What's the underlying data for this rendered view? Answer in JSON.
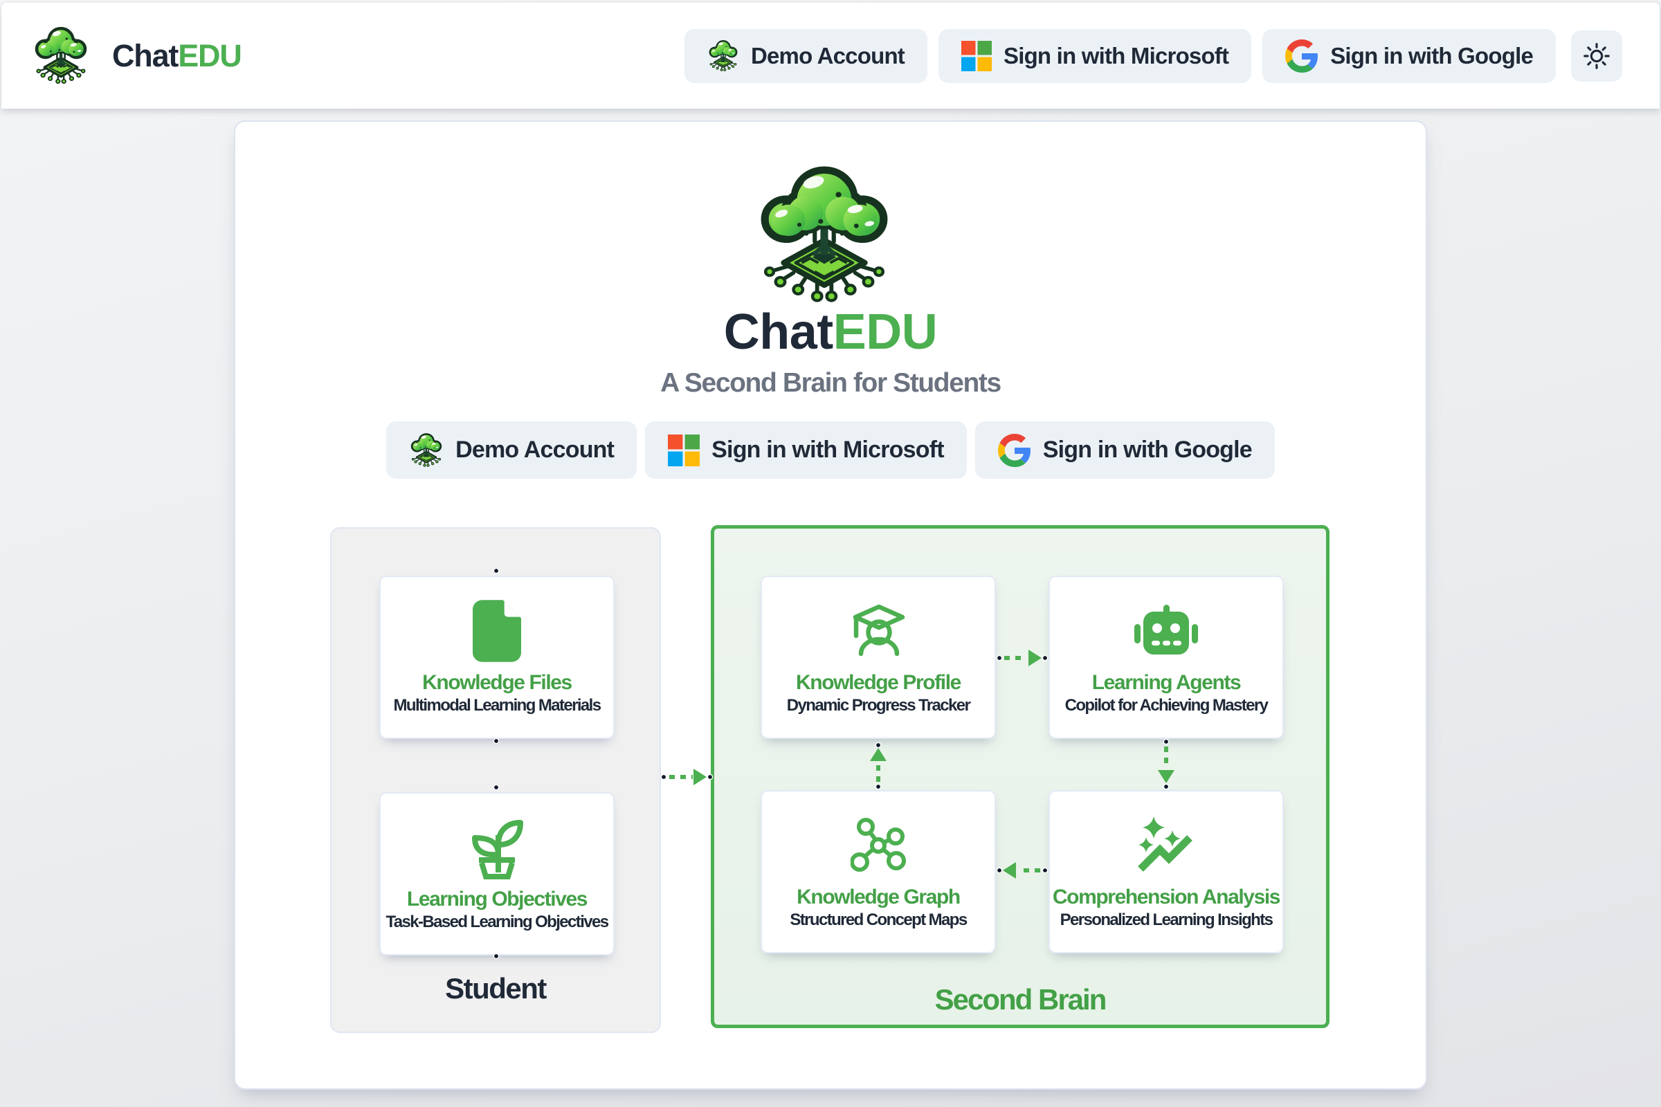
{
  "brand": {
    "name": "ChatEDU",
    "name_part1": "Chat",
    "name_part2": "EDU"
  },
  "auth_buttons": {
    "demo": "Demo Account",
    "microsoft": "Sign in with Microsoft",
    "google": "Sign in with Google"
  },
  "icons": {
    "brand": "tree-circuit-logo",
    "demo_button": "tree-circuit-logo",
    "microsoft_button": "microsoft-four-squares",
    "google_button": "google-g",
    "theme_toggle": "sun"
  },
  "hero": {
    "title_part1": "Chat",
    "title_part2": "EDU",
    "subtitle": "A Second Brain for Students"
  },
  "diagram": {
    "student_group": {
      "label": "Student",
      "cards": [
        {
          "icon": "file-icon",
          "title": "Knowledge Files",
          "subtitle": "Multimodal Learning Materials"
        },
        {
          "icon": "seedling-icon",
          "title": "Learning Objectives",
          "subtitle": "Task-Based Learning Objectives"
        }
      ]
    },
    "second_brain_group": {
      "label": "Second Brain",
      "cards": [
        {
          "icon": "graduate-icon",
          "title": "Knowledge Profile",
          "subtitle": "Dynamic Progress Tracker"
        },
        {
          "icon": "robot-icon",
          "title": "Learning Agents",
          "subtitle": "Copilot for Achieving Mastery"
        },
        {
          "icon": "graph-icon",
          "title": "Knowledge Graph",
          "subtitle": "Structured Concept Maps"
        },
        {
          "icon": "sparkline-icon",
          "title": "Comprehension Analysis",
          "subtitle": "Personalized Learning Insights"
        }
      ]
    },
    "edges": [
      {
        "from": "Student",
        "to": "Second Brain"
      },
      {
        "from": "Knowledge Profile",
        "to": "Learning Agents"
      },
      {
        "from": "Learning Agents",
        "to": "Comprehension Analysis"
      },
      {
        "from": "Comprehension Analysis",
        "to": "Knowledge Graph"
      },
      {
        "from": "Knowledge Graph",
        "to": "Knowledge Profile"
      }
    ]
  },
  "colors": {
    "green": "#4caf50",
    "green_text": "#43a047",
    "dark": "#1f2937",
    "gray": "#6b7280",
    "button_bg": "#ecf1f6",
    "brain_fill": "#eaf3ea",
    "student_fill": "#f0f0f1"
  }
}
